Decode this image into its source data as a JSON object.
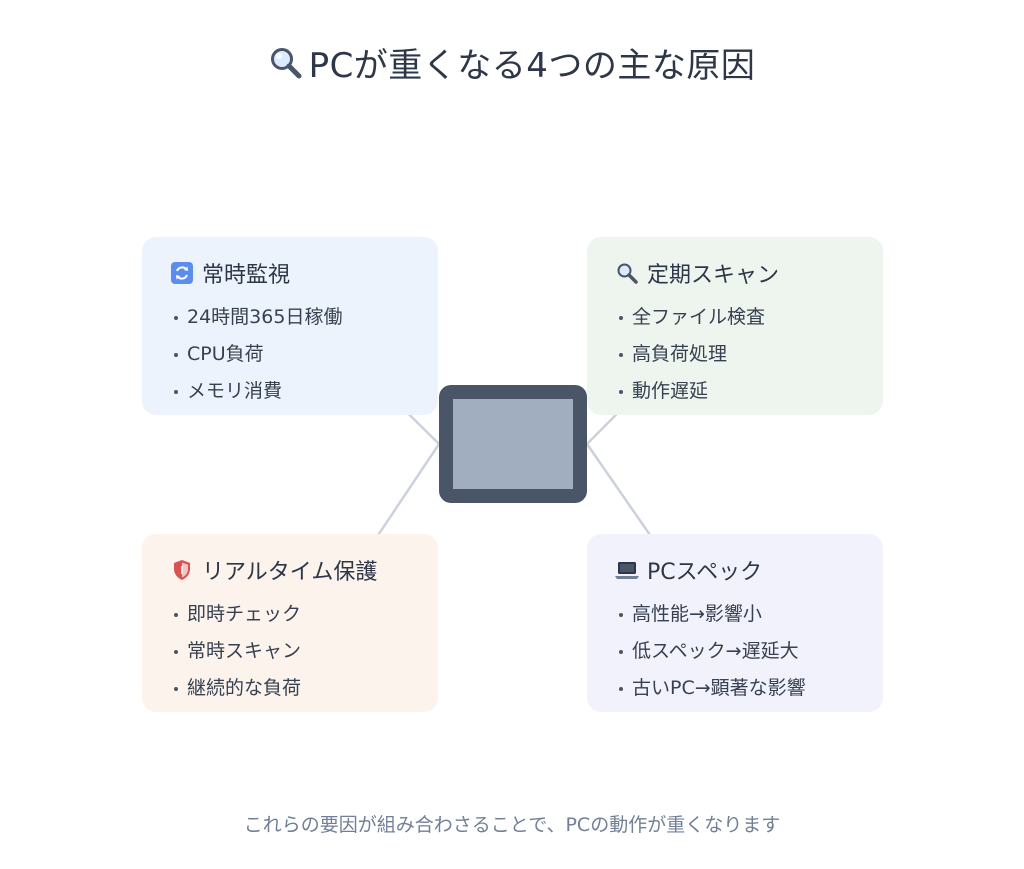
{
  "title": {
    "text": "PCが重くなる4つの主な原因",
    "icon": "magnifier-icon"
  },
  "center": {
    "icon": "monitor-icon"
  },
  "cards": [
    {
      "id": "tl",
      "title": "常時監視",
      "icon": "refresh-icon",
      "items": [
        "24時間365日稼働",
        "CPU負荷",
        "メモリ消費"
      ]
    },
    {
      "id": "tr",
      "title": "定期スキャン",
      "icon": "magnifier-icon",
      "items": [
        "全ファイル検査",
        "高負荷処理",
        "動作遅延"
      ]
    },
    {
      "id": "bl",
      "title": "リアルタイム保護",
      "icon": "shield-icon",
      "items": [
        "即時チェック",
        "常時スキャン",
        "継続的な負荷"
      ]
    },
    {
      "id": "br",
      "title": "PCスペック",
      "icon": "laptop-icon",
      "items": [
        "高性能→影響小",
        "低スペック→遅延大",
        "古いPC→顕著な影響"
      ]
    }
  ],
  "footer": "これらの要因が組み合わさることで、PCの動作が重くなります",
  "colors": {
    "card_tl_bg": "#edf3fc",
    "card_tr_bg": "#eef5ef",
    "card_bl_bg": "#fcf3ec",
    "card_br_bg": "#f2f2fd",
    "monitor_frame": "#4a5568",
    "monitor_screen": "#a0aec0",
    "connector": "#cbd2dc"
  }
}
